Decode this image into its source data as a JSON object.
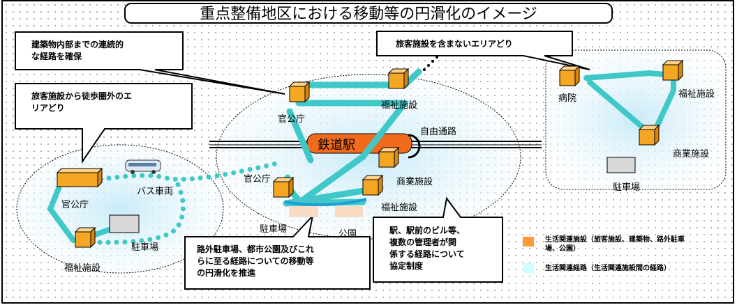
{
  "title": "重点整備地区における移動等の円滑化のイメージ",
  "station": "鉄道駅",
  "callouts": {
    "continuous_route": [
      "建築物内部までの連続的",
      "な経路を確保"
    ],
    "no_passenger_area": "旅客施設を含まないエリアどり",
    "outside_walking_area": [
      "旅客施設から徒歩圏外のエ",
      "リアどり"
    ],
    "parking_parks": [
      "路外駐車場、都市公園及びこれ",
      "らに至る経路についての移動等",
      "の円滑化を推進"
    ],
    "agreement_system": [
      "駅、駅前のビル等、",
      "複数の管理者が関",
      "係する経路について",
      "協定制度"
    ]
  },
  "labels": {
    "govt_office_center": "官公庁",
    "welfare_top": "福祉施設",
    "free_passage": "自由通路",
    "govt_office_lower": "官公庁",
    "commercial_center": "商業施設",
    "welfare_center": "福祉施設",
    "parking_center": "駐車場",
    "park": "公園",
    "bus": "バス車両",
    "govt_office_left": "官公庁",
    "parking_left": "駐車場",
    "welfare_left": "福祉施設",
    "hospital": "病院",
    "welfare_right": "福祉施設",
    "commercial_right": "商業施設",
    "parking_right": "駐車場"
  },
  "legend": {
    "facility": {
      "color": "#ff9933",
      "text": [
        "生活関連施設（旅客施設、建築物、路外駐車",
        "場、公園）"
      ]
    },
    "route": {
      "color": "#ccffff",
      "text": "生活関連経路（生活関連施設間の経路）"
    }
  },
  "colors": {
    "route": "#40c8c8",
    "box_front": "#f5a623",
    "box_top": "#ffd28a",
    "box_side": "#d9860f",
    "station_bg": "#f26a1b",
    "parking": "#d8d8d8"
  }
}
